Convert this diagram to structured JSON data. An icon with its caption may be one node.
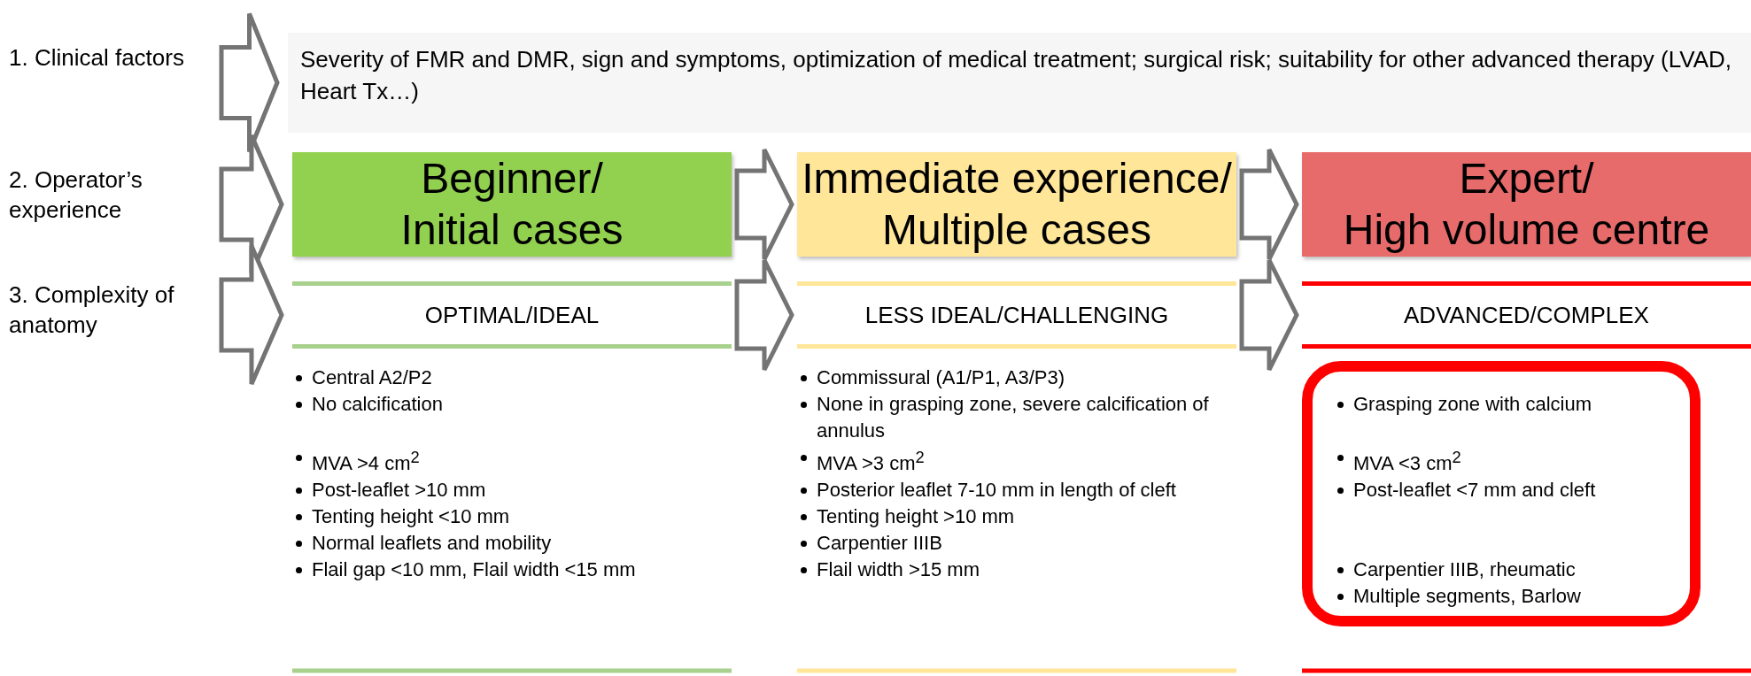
{
  "diagram": {
    "nodes": [
      {
        "text": [
          "1. Clinical factors"
        ]
      },
      {
        "text": [
          "Severity of FMR and DMR, sign and symptoms, optimization of medical treatment; surgical risk; suitability for other advanced therapy (LVAD, Heart Tx…)"
        ]
      },
      {
        "text": [
          "2. Operator’s experience"
        ]
      },
      {
        "text": [
          "Beginner/ Initial cases"
        ]
      },
      {
        "text": [
          "Immediate experience/ Multiple cases"
        ]
      },
      {
        "text": [
          "Expert/ High volume centre"
        ]
      },
      {
        "text": [
          "3. Complexity of anatomy"
        ]
      },
      {
        "text": [
          "OPTIMAL/IDEAL"
        ]
      },
      {
        "text": [
          "LESS IDEAL/CHALLENGING"
        ]
      },
      {
        "text": [
          "ADVANCED/COMPLEX"
        ]
      },
      {
        "text": [
          "Grasping zone with calcium",
          "MVA <3 cm$^{2}$",
          "Post-leaflet <7 mm and cleft",
          "Carpentier IIIB, rheumatic",
          "Multiple segments, Barlow"
        ]
      }
    ],
    "edges": [
      {
        "from": 0,
        "to": 1,
        "arrow": "to"
      },
      {
        "from": 2,
        "to": 3,
        "arrow": "to"
      },
      {
        "from": 3,
        "to": 4,
        "arrow": "to"
      },
      {
        "from": 4,
        "to": 5,
        "arrow": "to"
      },
      {
        "from": 6,
        "to": 7,
        "arrow": "to"
      },
      {
        "from": 7,
        "to": 8,
        "arrow": "to"
      },
      {
        "from": 8,
        "to": 9,
        "arrow": "to"
      }
    ],
    "labels": [
      "Central A2/P2",
      "No calcification",
      "MVA >4 cm$^{2}$",
      "Post-leaflet >10 mm",
      "Tenting height <10 mm",
      "Normal leaflets and mobility",
      "Flail gap <10 mm, Flail width <15 mm",
      "Commissural (A1/P1, A3/P3)",
      "None in grasping zone, severe calcification of annulus",
      "MVA >3 cm$^{2}$",
      "Posterior leaflet 7-10 mm in length of cleft",
      "Tenting height >10 mm",
      "Carpentier IIIB",
      "Flail width >15 mm"
    ]
  }
}
